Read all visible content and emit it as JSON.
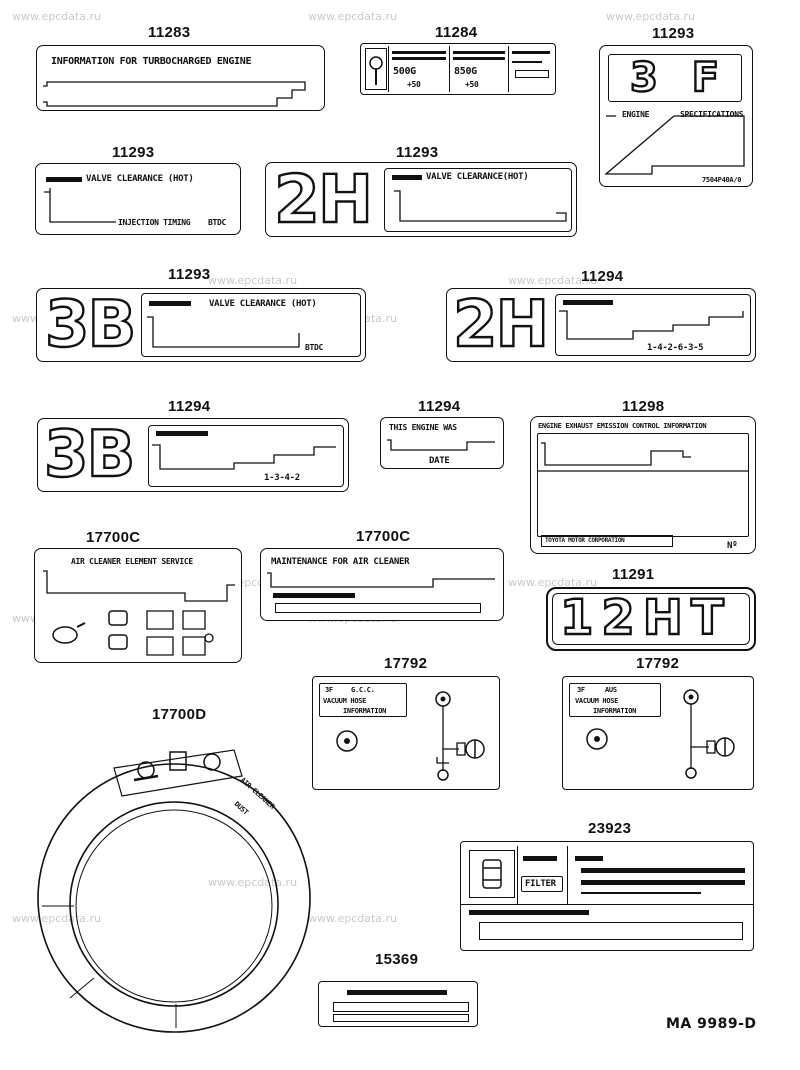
{
  "watermark": "www.epcdata.ru",
  "diagram_code": "MA 9989-D",
  "parts": {
    "p11283": "11283",
    "p11284": "11284",
    "p11293a": "11293",
    "p11293b": "11293",
    "p11293c": "11293",
    "p11293d": "11293",
    "p11294a": "11294",
    "p11294b": "11294",
    "p11294c": "11294",
    "p11298": "11298",
    "p17700c_a": "17700C",
    "p17700c_b": "17700C",
    "p11291": "11291",
    "p17792a": "17792",
    "p17792b": "17792",
    "p17700d": "17700D",
    "p23923": "23923",
    "p15369": "15369"
  },
  "labels": {
    "turbo": "INFORMATION FOR TURBOCHARGED ENGINE",
    "oil_500": "500g",
    "oil_850": "850g",
    "oil_5": "+50",
    "oil_50": "+50",
    "spec_big": "3 F",
    "spec_engine": "ENGINE",
    "spec_specs": "SPECIFICATIONS",
    "spec_code": "7504P40A/0",
    "vc_hot": "VALVE CLEARANCE (HOT)",
    "vc_hot2": "VALVE CLEARANCE(HOT)",
    "vc_hot3": "VALVE CLEARANCE (HOT)",
    "inj_timing": "INJECTION TIMING",
    "btdc": "BTDC",
    "btdc2": "BTDC",
    "big_2h": "2H",
    "big_2h_b": "2H",
    "big_3b": "3B",
    "big_3b_b": "3B",
    "firing_2h": "1-4-2-6-3-5",
    "firing_3b": "1-3-4-2",
    "this_engine": "THIS ENGINE WAS",
    "date": "DATE",
    "emission": "ENGINE EXHAUST EMISSION CONTROL INFORMATION",
    "toyota": "TOYOTA MOTOR CORPORATION",
    "no_mark": "Nº",
    "air_service": "AIR CLEANER ELEMENT SERVICE",
    "maint_air": "MAINTENANCE FOR AIR CLEANER",
    "big_12ht": "12HT",
    "vac_3f_a": "3F",
    "vac_gcc": "G.C.C.",
    "vac_hose_a": "VACUUM HOSE",
    "vac_info_a": "INFORMATION",
    "vac_3f_b": "3F",
    "vac_aus": "AUS",
    "vac_hose_b": "VACUUM HOSE",
    "vac_info_b": "INFORMATION",
    "filter": "FILTER",
    "ring_air": "AIR CLEANER",
    "ring_side": "DUST"
  }
}
